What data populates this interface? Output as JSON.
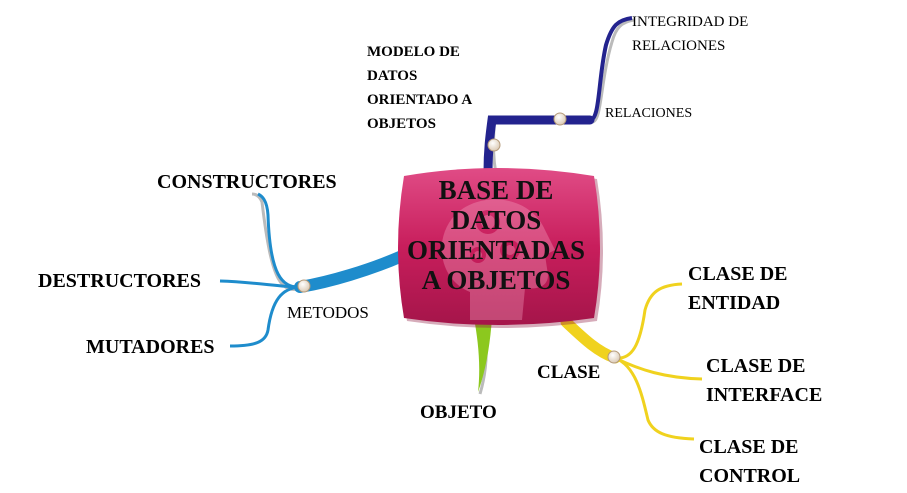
{
  "central_topic": {
    "lines": [
      "BASE DE",
      "DATOS",
      "ORIENTADAS",
      "A OBJETOS"
    ],
    "color": "#c81e5c",
    "icon": "head-gears-icon"
  },
  "branches": {
    "relaciones": {
      "label": "RELACIONES",
      "color": "#23238e",
      "subtopics": [
        {
          "lines": [
            "MODELO DE",
            "DATOS",
            "ORIENTADO A",
            "OBJETOS"
          ]
        },
        {
          "lines": [
            "INTEGRIDAD DE",
            "RELACIONES"
          ]
        }
      ]
    },
    "metodos": {
      "label": "METODOS",
      "color": "#1e8ccc",
      "subtopics": [
        {
          "lines": [
            "CONSTRUCTORES"
          ]
        },
        {
          "lines": [
            "DESTRUCTORES"
          ]
        },
        {
          "lines": [
            "MUTADORES"
          ]
        }
      ]
    },
    "objeto": {
      "label": "OBJETO",
      "color": "#8cc81e"
    },
    "clase": {
      "label": "CLASE",
      "color": "#f0d21e",
      "subtopics": [
        {
          "lines": [
            "CLASE DE",
            "ENTIDAD"
          ]
        },
        {
          "lines": [
            "CLASE DE",
            "INTERFACE"
          ]
        },
        {
          "lines": [
            "CLASE DE",
            "CONTROL"
          ]
        }
      ]
    }
  }
}
